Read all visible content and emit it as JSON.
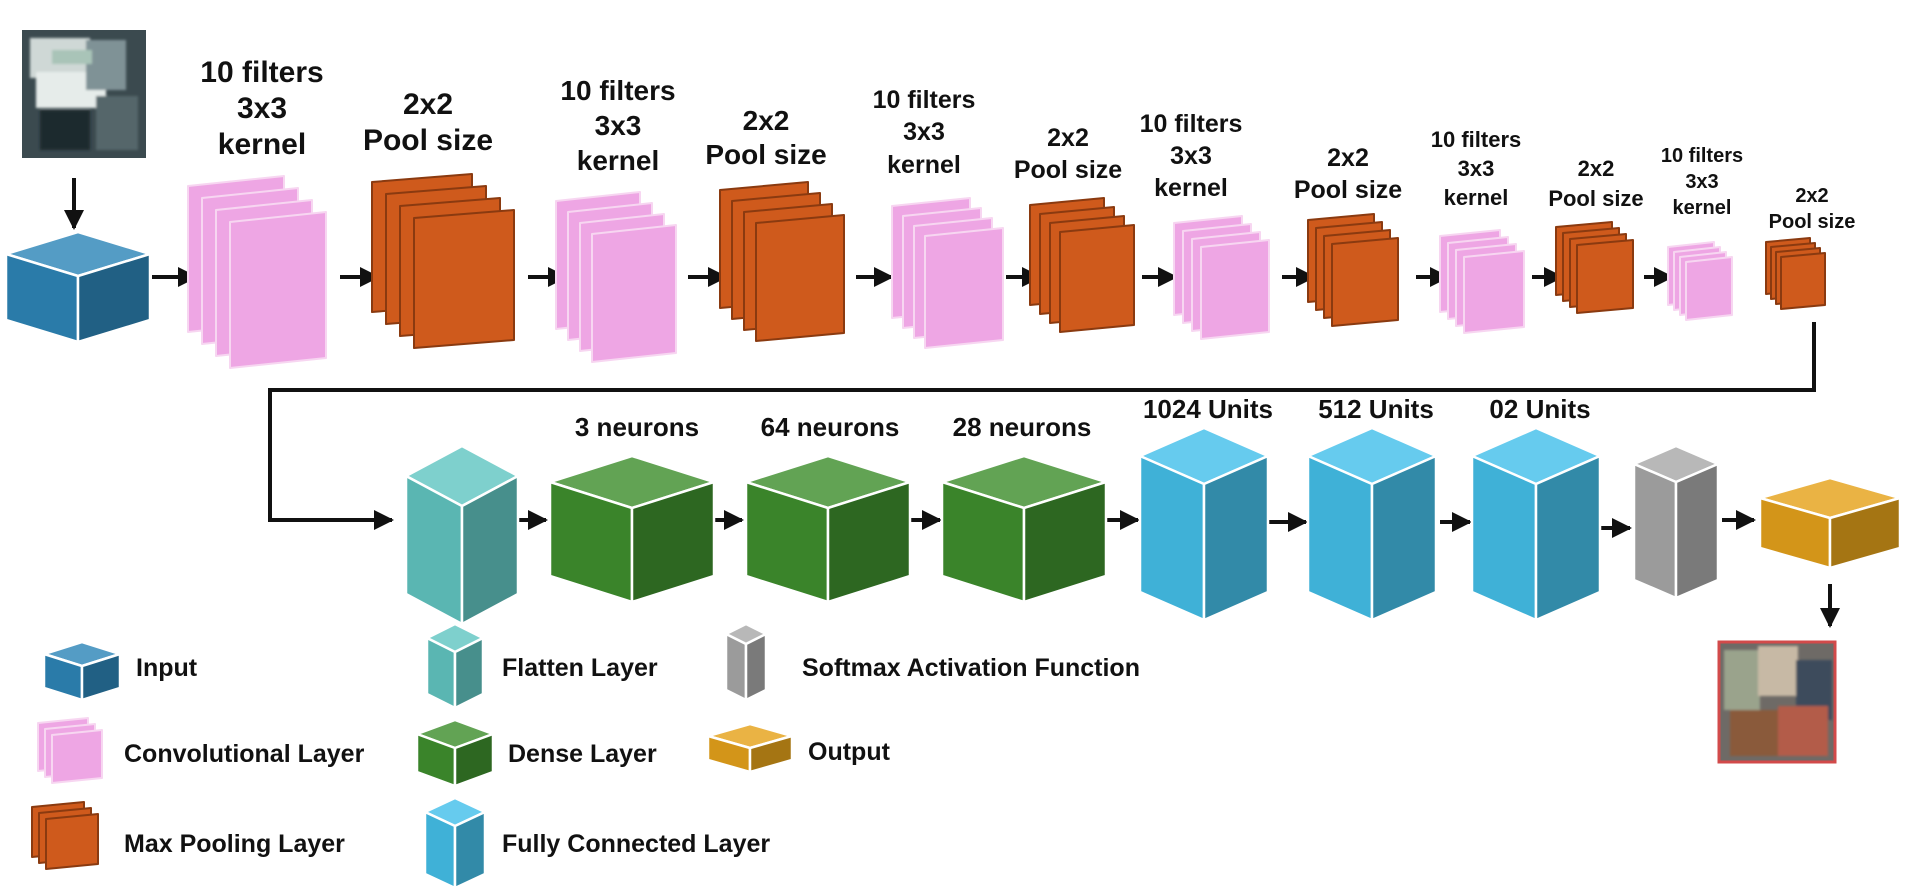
{
  "conv_layers": [
    {
      "filters": "10 filters",
      "kernel": "3x3",
      "kernel_word": "kernel"
    },
    {
      "filters": "10 filters",
      "kernel": "3x3",
      "kernel_word": "kernel"
    },
    {
      "filters": "10 filters",
      "kernel": "3x3",
      "kernel_word": "kernel"
    },
    {
      "filters": "10 filters",
      "kernel": "3x3",
      "kernel_word": "kernel"
    },
    {
      "filters": "10 filters",
      "kernel": "3x3",
      "kernel_word": "kernel"
    },
    {
      "filters": "10 filters",
      "kernel": "3x3",
      "kernel_word": "kernel"
    }
  ],
  "pool_layers": [
    {
      "size": "2x2",
      "text": "Pool size"
    },
    {
      "size": "2x2",
      "text": "Pool size"
    },
    {
      "size": "2x2",
      "text": "Pool size"
    },
    {
      "size": "2x2",
      "text": "Pool size"
    },
    {
      "size": "2x2",
      "text": "Pool size"
    },
    {
      "size": "2x2",
      "text": "Pool size"
    }
  ],
  "dense_layers": [
    "3 neurons",
    "64 neurons",
    "28 neurons"
  ],
  "fc_layers": [
    "1024 Units",
    "512 Units",
    "02 Units"
  ],
  "legend": {
    "input": "Input",
    "conv": "Convolutional Layer",
    "pool": "Max Pooling Layer",
    "flatten": "Flatten Layer",
    "dense": "Dense Layer",
    "fc": "Fully Connected Layer",
    "softmax": "Softmax Activation Function",
    "output": "Output"
  },
  "colors": {
    "input": "#2e86b8",
    "conv": "#eea6e4",
    "pool": "#cf5a1c",
    "flatten": "#62c6c2",
    "dense": "#3f8f2e",
    "fc": "#45c0ea",
    "softmax": "#a9a9a9",
    "output": "#e5a21b"
  }
}
